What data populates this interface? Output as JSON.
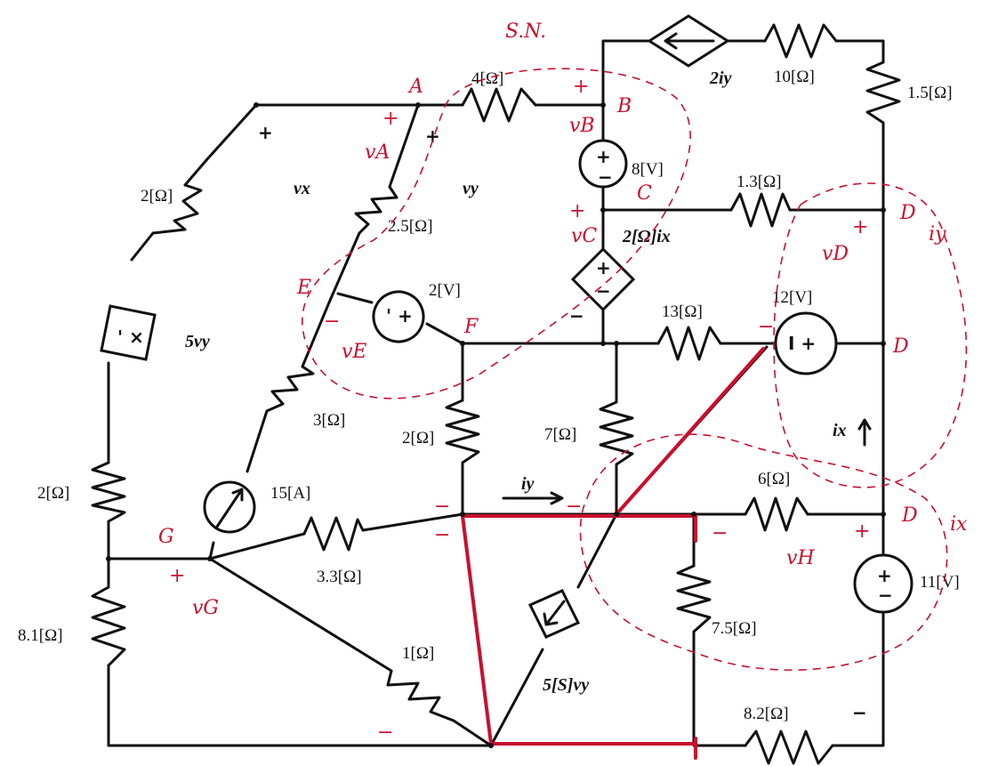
{
  "header": {
    "initials": "S.N."
  },
  "nodes": {
    "A": "A",
    "B": "B",
    "C": "C",
    "D1": "D",
    "D2": "D",
    "D3": "D",
    "E": "E",
    "F": "F",
    "G": "G"
  },
  "resistors": {
    "r4": "4[Ω]",
    "r10": "10[Ω]",
    "r1_5": "1.5[Ω]",
    "r2_top": "2[Ω]",
    "r2_5": "2.5[Ω]",
    "r1_3": "1.3[Ω]",
    "r13": "13[Ω]",
    "r3": "3[Ω]",
    "r2_mid": "2[Ω]",
    "r7": "7[Ω]",
    "r2_left": "2[Ω]",
    "r6": "6[Ω]",
    "r3_3": "3.3[Ω]",
    "r7_5": "7.5[Ω]",
    "r8_1": "8.1[Ω]",
    "r1": "1[Ω]",
    "r8_2": "8.2[Ω]"
  },
  "sources": {
    "v8": "8[V]",
    "v2": "2[V]",
    "v12": "12[V]",
    "v11": "11[V]",
    "i15": "15[A]",
    "dep_2iy": "2iy",
    "dep_5vy": "5vy",
    "dep_2ix": "2[Ω]ix",
    "dep_5svy": "5[S]vy"
  },
  "variables": {
    "vx": "vx",
    "vy": "vy",
    "iy": "iy",
    "ix": "ix"
  },
  "polarity": {
    "plus": "+",
    "minus": "−"
  },
  "annotations": {
    "vA": "vA",
    "vB": "vB",
    "vC": "vC",
    "vD": "vD",
    "vE": "vE",
    "vG": "vG",
    "vH": "vH",
    "iy_loop": "iy",
    "ix_loop": "ix"
  },
  "colors": {
    "ink": "#111111",
    "annotation": "#c8102e",
    "background": "#ffffff"
  }
}
